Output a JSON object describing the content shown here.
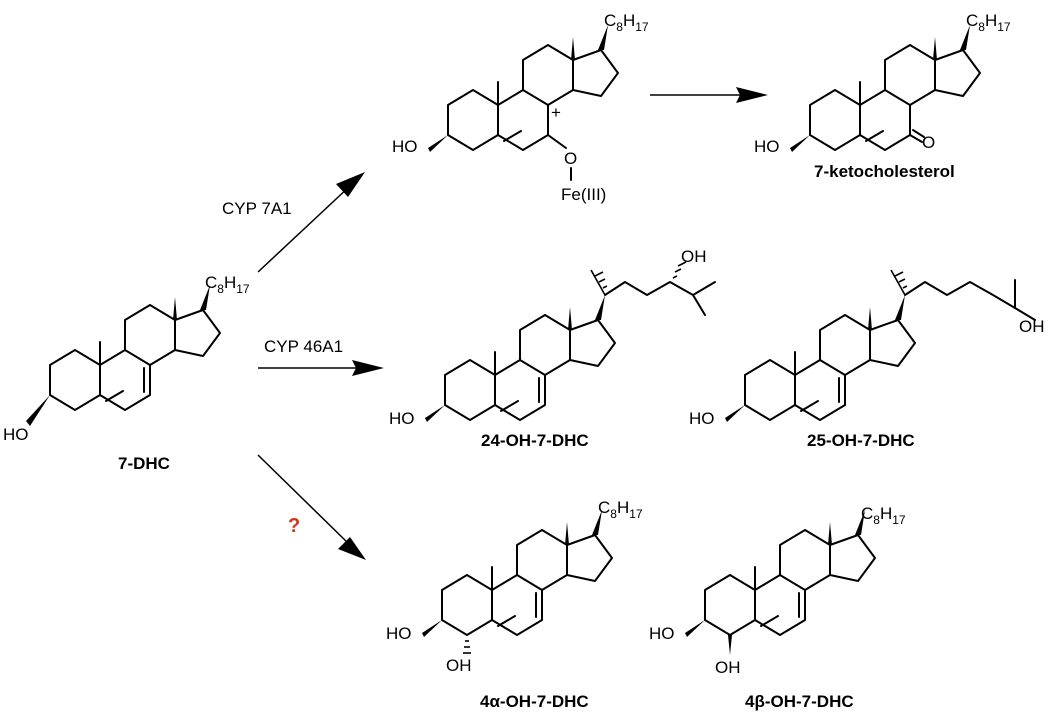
{
  "enzymes": {
    "cyp7a1": "CYP 7A1",
    "cyp46a1": "CYP 46A1",
    "unknown": "?"
  },
  "labels": {
    "ho": "HO",
    "oh": "OH",
    "o": "O",
    "c8": "C",
    "c8_sub": "8",
    "h17": "H",
    "h17_sub": "17",
    "fe": "Fe(III)",
    "plus": "+"
  },
  "captions": {
    "dhc": "7-DHC",
    "keto": "7-ketocholesterol",
    "oh24": "24-OH-7-DHC",
    "oh25": "25-OH-7-DHC",
    "oh4a_prefix": "4",
    "oh4a_greek": "α",
    "oh4a_suffix": "-OH-7-DHC",
    "oh4b_prefix": "4",
    "oh4b_greek": "β",
    "oh4b_suffix": "-OH-7-DHC"
  },
  "colors": {
    "question_mark": "#d0341c"
  }
}
